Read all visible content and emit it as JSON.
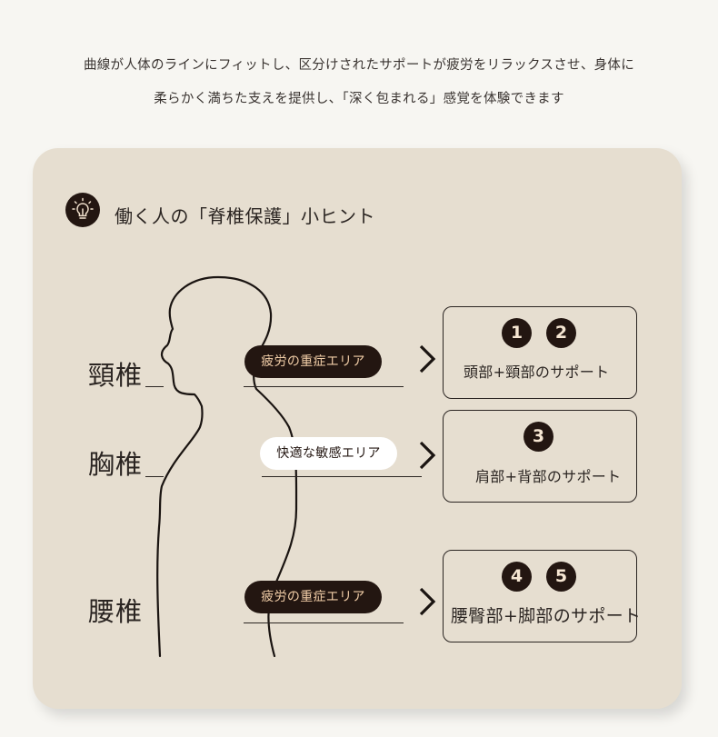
{
  "intro": {
    "line1": "曲線が人体のラインにフィットし、区分けされたサポートが疲労をリラックスさせ、身体に",
    "line2": "柔らかく満ちた支えを提供し、「深く包まれる」感覚を体験できます"
  },
  "hint": {
    "icon": "lightbulb-icon",
    "title": "働く人の「脊椎保護」小ヒント"
  },
  "spine_labels": [
    "頸椎",
    "胸椎",
    "腰椎"
  ],
  "areas": [
    {
      "label": "疲労の重症エリア",
      "style": "dark"
    },
    {
      "label": "快適な敏感エリア",
      "style": "light"
    },
    {
      "label": "疲労の重症エリア",
      "style": "dark"
    }
  ],
  "supports": [
    {
      "numbers": [
        "1",
        "2"
      ],
      "label": "頭部+頸部のサポート"
    },
    {
      "numbers": [
        "3"
      ],
      "label": "肩部+背部のサポート"
    },
    {
      "numbers": [
        "4",
        "5"
      ],
      "label": "腰臀部+脚部のサポート"
    }
  ],
  "colors": {
    "background": "#f7f6f2",
    "card": "#e6ded0",
    "dark": "#231611",
    "pill_text": "#f1cda7"
  }
}
